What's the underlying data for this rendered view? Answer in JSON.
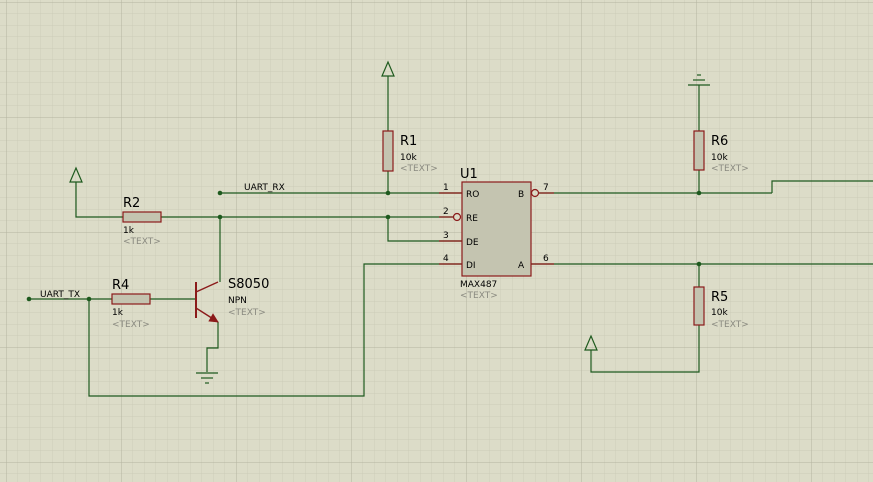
{
  "colors": {
    "background": "#dcdcc8",
    "grid_minor": "#c7c7b3",
    "grid_major": "#b4b4a0",
    "wire": "#1e5a1e",
    "component_outline": "#8b1a1a",
    "component_fill": "#c4c4b0",
    "text": "#000000",
    "placeholder_text": "#8a8a80"
  },
  "net_labels": {
    "uart_rx": "UART_RX",
    "uart_tx": "UART_TX"
  },
  "components": {
    "r1": {
      "ref": "R1",
      "value": "10k",
      "text": "<TEXT>"
    },
    "r2": {
      "ref": "R2",
      "value": "1k",
      "text": "<TEXT>"
    },
    "r4": {
      "ref": "R4",
      "value": "1k",
      "text": "<TEXT>"
    },
    "r5": {
      "ref": "R5",
      "value": "10k",
      "text": "<TEXT>"
    },
    "r6": {
      "ref": "R6",
      "value": "10k",
      "text": "<TEXT>"
    },
    "q1": {
      "ref": "S8050",
      "value": "NPN",
      "text": "<TEXT>"
    },
    "u1": {
      "ref": "U1",
      "value": "MAX487",
      "text": "<TEXT>",
      "pins": {
        "ro": {
          "name": "RO",
          "num": "1"
        },
        "re": {
          "name": "RE",
          "num": "2"
        },
        "de": {
          "name": "DE",
          "num": "3"
        },
        "di": {
          "name": "DI",
          "num": "4"
        },
        "b": {
          "name": "B",
          "num": "7"
        },
        "a": {
          "name": "A",
          "num": "6"
        }
      }
    }
  },
  "symbols": {
    "power": [
      "power-terminal-r1",
      "power-terminal-r2",
      "power-terminal-r5"
    ],
    "ground": [
      "ground-terminal-r6",
      "ground-terminal-q1"
    ]
  }
}
